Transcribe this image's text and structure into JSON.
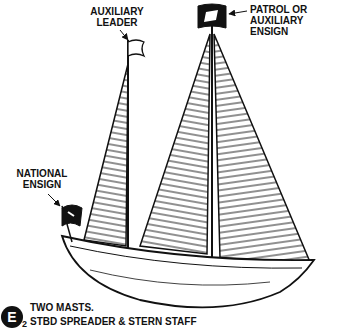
{
  "diagram": {
    "nodes": [
      {
        "text": [
          "E"
        ]
      }
    ],
    "labels": [
      "AUXILIARY LEADER",
      "PATROL OR AUXILIARY ENSIGN",
      "NATIONAL ENSIGN",
      "2",
      "TWO MASTS.",
      "STBD SPREADER & STERN STAFF"
    ]
  }
}
